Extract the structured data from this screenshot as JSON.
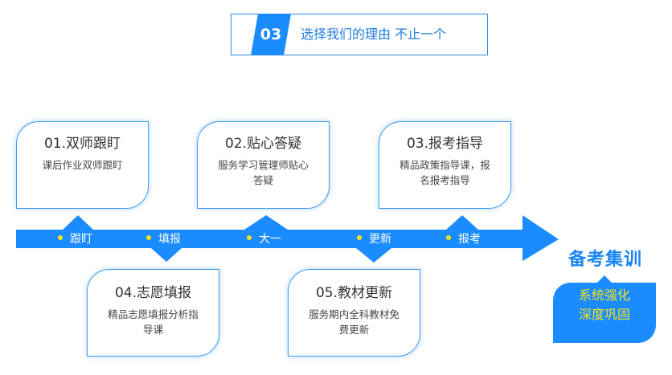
{
  "header": {
    "number": "03",
    "title": "选择我们的理由 不止一个"
  },
  "top_cards": [
    {
      "title": "01.双师跟盯",
      "desc": "课后作业双师跟盯"
    },
    {
      "title": "02.贴心答疑",
      "desc": "服务学习管理师贴心答疑"
    },
    {
      "title": "03.报考指导",
      "desc": "精品政策指导课，报名报考指导"
    }
  ],
  "bottom_cards": [
    {
      "title": "04.志愿填报",
      "desc": "精品志愿填报分析指导课"
    },
    {
      "title": "05.教材更新",
      "desc": "服务期内全科教材免费更新"
    }
  ],
  "timeline": [
    "跟盯",
    "填报",
    "大一",
    "更新",
    "报考"
  ],
  "final": {
    "title": "备考集训",
    "line1": "系统强化",
    "line2": "深度巩固"
  },
  "colors": {
    "primary": "#1a8cff",
    "accent": "#f2e21c",
    "border": "#3d99f0"
  }
}
